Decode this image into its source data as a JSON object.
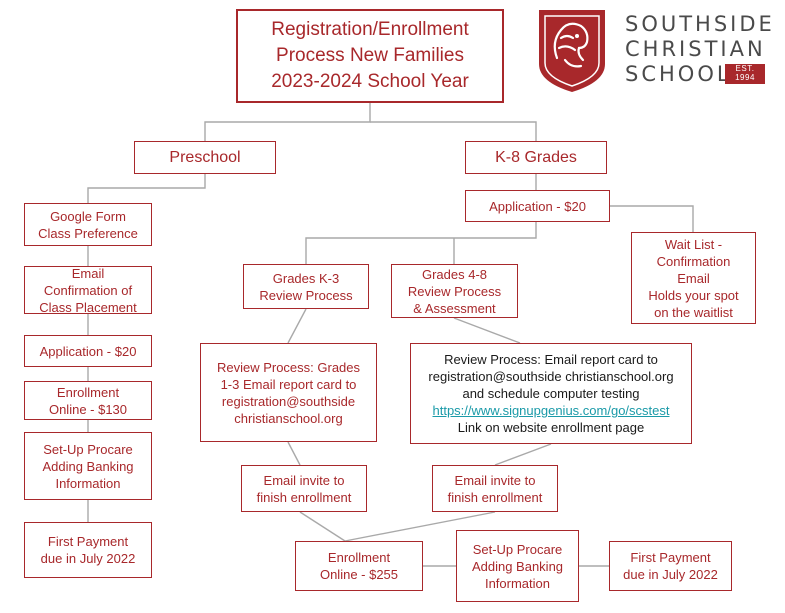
{
  "title": "Registration/Enrollment\nProcess New Families\n2023-2024 School Year",
  "logo": {
    "line1": "SOUTHSIDE",
    "line2": "CHRISTIAN",
    "line3": "SCHOOL",
    "est": "EST.",
    "year": "1994"
  },
  "preschool": {
    "header": "Preschool",
    "step1": "Google Form\nClass Preference",
    "step2": "Email\nConfirmation of\nClass Placement",
    "step3": "Application - $20",
    "step4": "Enrollment\nOnline - $130",
    "step5": "Set-Up Procare\nAdding Banking\nInformation",
    "step6": "First Payment\ndue in July 2022"
  },
  "k8": {
    "header": "K-8 Grades",
    "application": "Application - $20",
    "waitlist": "Wait List -\nConfirmation\nEmail\nHolds your spot\non the waitlist",
    "k3": "Grades K-3\nReview Process",
    "g48": "Grades 4-8\nReview Process\n& Assessment",
    "k3_review": "Review Process: Grades\n1-3 Email report card to\nregistration@southside\nchristianschool.org",
    "g48_review_text": "Review Process: Email report card to\nregistration@southside christianschool.org\nand schedule computer testing",
    "g48_review_link": "https://www.signupgenius.com/go/scstest",
    "g48_review_tail": "Link on website enrollment page",
    "invite_left": "Email invite to\nfinish enrollment",
    "invite_right": "Email invite to\nfinish enrollment",
    "enrollment": "Enrollment\nOnline - $255",
    "procare": "Set-Up Procare\nAdding Banking\nInformation",
    "first_payment": "First Payment\ndue in July 2022"
  },
  "colors": {
    "accent": "#a8282b",
    "connector": "#a9a9a9",
    "link": "#1a9aa8",
    "logo_text": "#4a4a4a"
  }
}
